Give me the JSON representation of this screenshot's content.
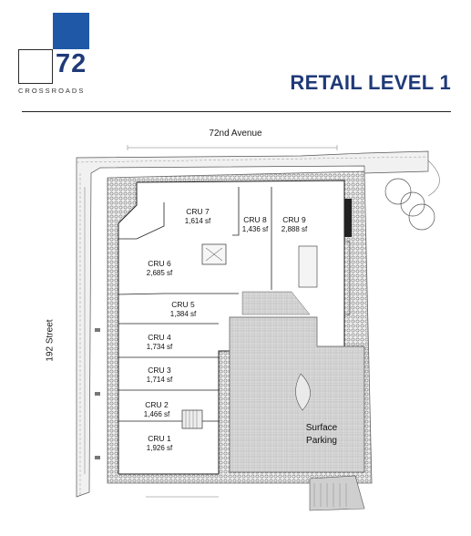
{
  "brand": {
    "number": "72",
    "wordmark": "CROSSROADS",
    "accent_color": "#1f58a6",
    "text_color": "#1f3a78"
  },
  "page": {
    "title": "RETAIL LEVEL 1"
  },
  "streets": {
    "top": "72nd Avenue",
    "left": "192 Street"
  },
  "units": [
    {
      "name": "CRU 7",
      "area": "1,614 sf"
    },
    {
      "name": "CRU 8",
      "area": "1,436 sf"
    },
    {
      "name": "CRU 9",
      "area": "2,888 sf"
    },
    {
      "name": "CRU 6",
      "area": "2,685 sf"
    },
    {
      "name": "CRU 5",
      "area": "1,384 sf"
    },
    {
      "name": "CRU 4",
      "area": "1,734 sf"
    },
    {
      "name": "CRU 3",
      "area": "1,714 sf"
    },
    {
      "name": "CRU 2",
      "area": "1,466 sf"
    },
    {
      "name": "CRU 1",
      "area": "1,926 sf"
    }
  ],
  "parking": {
    "line1": "Surface",
    "line2": "Parking"
  }
}
